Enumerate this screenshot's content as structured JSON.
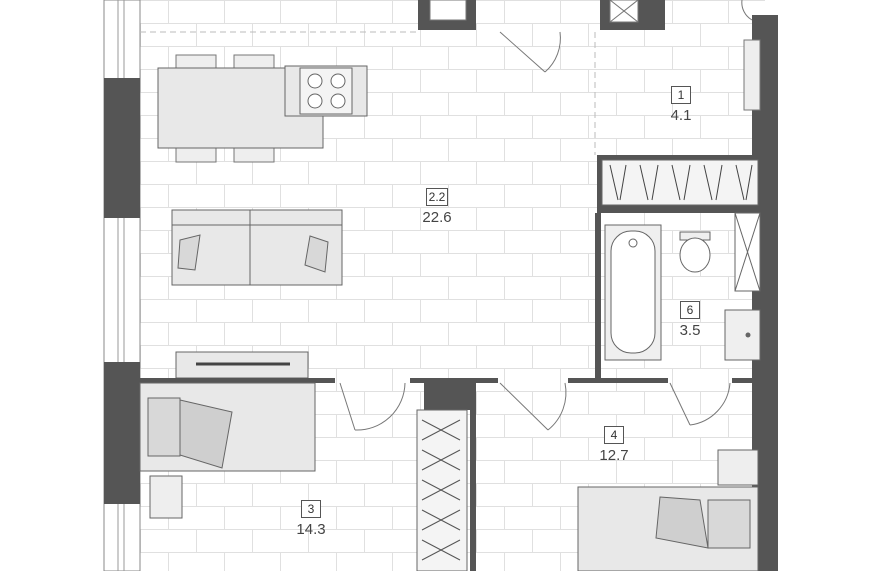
{
  "colors": {
    "wall": "#555555",
    "floor_line": "#dddddd",
    "furniture_fill": "#e8e8e8",
    "furniture_stroke": "#666666"
  },
  "rooms": [
    {
      "id": "1",
      "area": "4.1"
    },
    {
      "id": "2.2",
      "area": "22.6"
    },
    {
      "id": "6",
      "area": "3.5"
    },
    {
      "id": "4",
      "area": "12.7"
    },
    {
      "id": "3",
      "area": "14.3"
    }
  ]
}
